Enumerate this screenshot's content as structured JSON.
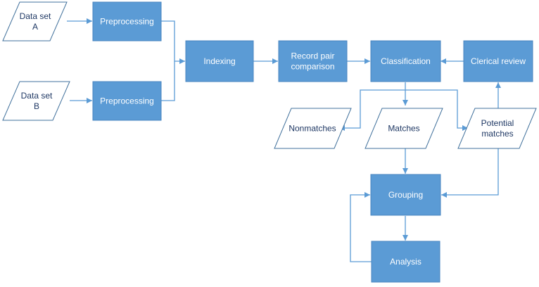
{
  "colors": {
    "process_fill": "#5b9bd5",
    "process_stroke": "#4a86c0",
    "data_fill": "#ffffff",
    "data_stroke": "#41719c",
    "connector": "#5b9bd5",
    "data_text": "#1f3864",
    "process_text": "#ffffff"
  },
  "nodes": {
    "dataset_a": {
      "lines": [
        "Data set",
        "A"
      ]
    },
    "dataset_b": {
      "lines": [
        "Data set",
        "B"
      ]
    },
    "preprocessing_a": {
      "lines": [
        "Preprocessing"
      ]
    },
    "preprocessing_b": {
      "lines": [
        "Preprocessing"
      ]
    },
    "indexing": {
      "lines": [
        "Indexing"
      ]
    },
    "record_pair_comparison": {
      "lines": [
        "Record pair",
        "comparison"
      ]
    },
    "classification": {
      "lines": [
        "Classification"
      ]
    },
    "clerical_review": {
      "lines": [
        "Clerical review"
      ]
    },
    "nonmatches": {
      "lines": [
        "Nonmatches"
      ]
    },
    "matches": {
      "lines": [
        "Matches"
      ]
    },
    "potential_matches": {
      "lines": [
        "Potential",
        "matches"
      ]
    },
    "grouping": {
      "lines": [
        "Grouping"
      ]
    },
    "analysis": {
      "lines": [
        "Analysis"
      ]
    }
  }
}
